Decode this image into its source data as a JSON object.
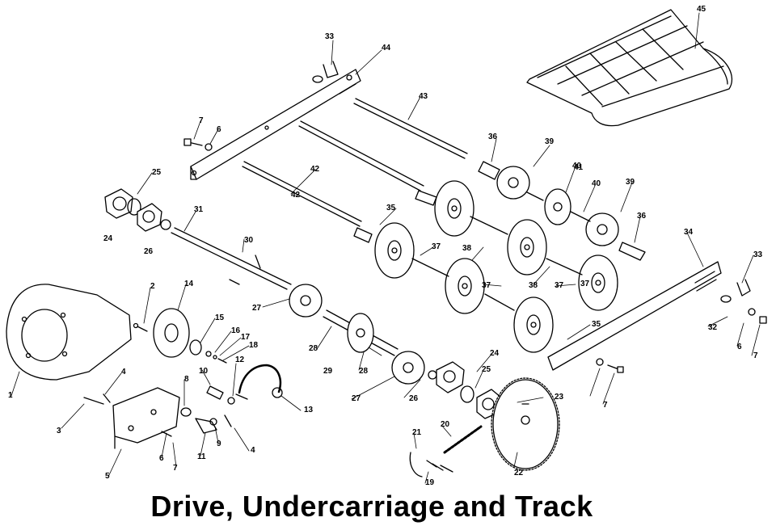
{
  "title": "Drive, Undercarriage and Track",
  "callouts": [
    "1",
    "2",
    "3",
    "4",
    "4",
    "5",
    "6",
    "6",
    "6",
    "7",
    "7",
    "7",
    "7",
    "8",
    "9",
    "10",
    "11",
    "12",
    "13",
    "14",
    "15",
    "16",
    "17",
    "18",
    "19",
    "20",
    "21",
    "22",
    "23",
    "24",
    "24",
    "25",
    "25",
    "26",
    "26",
    "27",
    "27",
    "28",
    "28",
    "29",
    "30",
    "31",
    "32",
    "33",
    "33",
    "34",
    "35",
    "35",
    "36",
    "36",
    "37",
    "37",
    "37",
    "37",
    "38",
    "38",
    "39",
    "39",
    "40",
    "40",
    "41",
    "42",
    "42",
    "43",
    "44",
    "45"
  ]
}
